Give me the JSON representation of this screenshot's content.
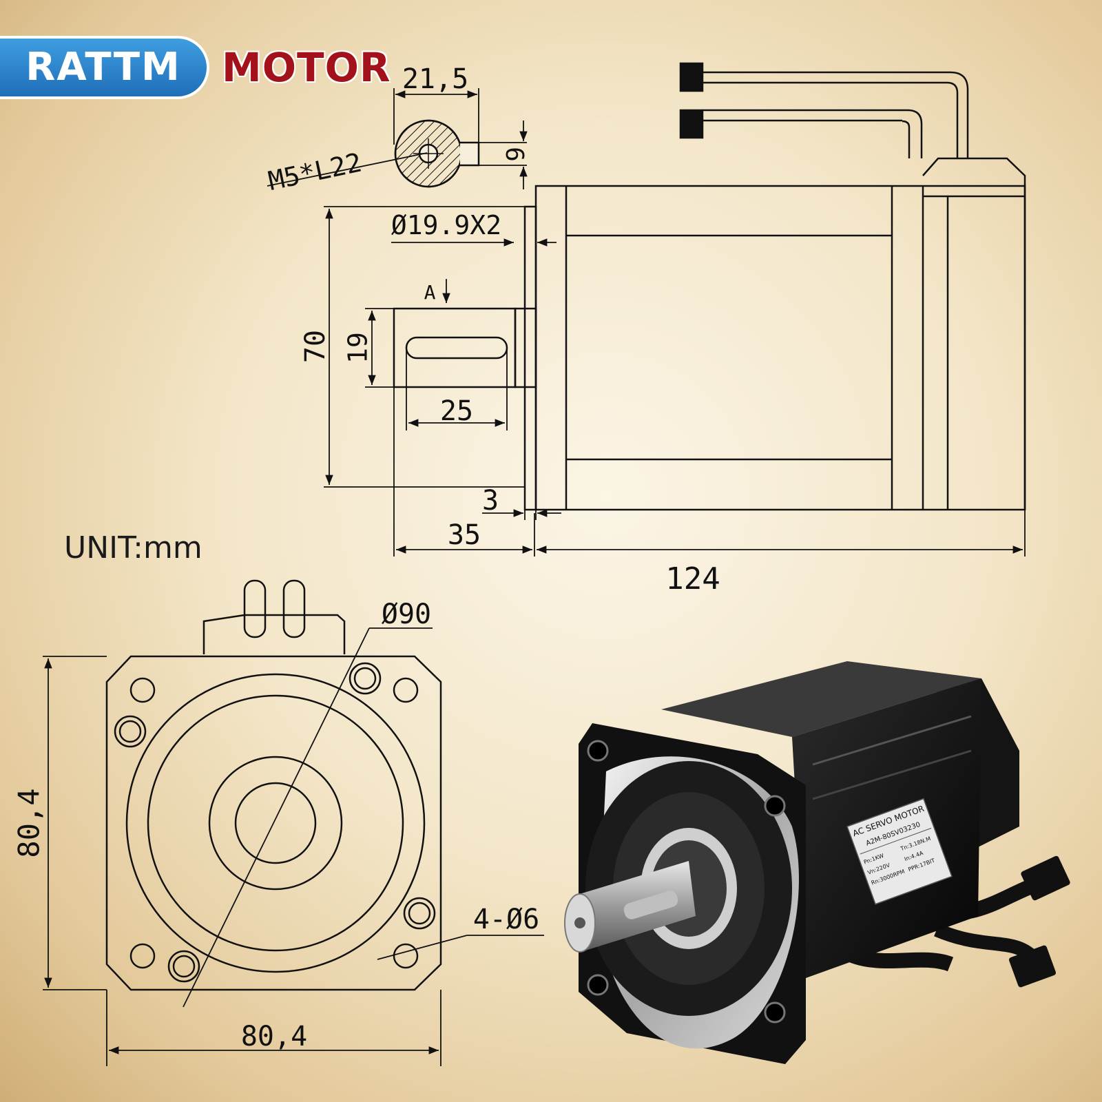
{
  "brand": {
    "logo_left": "RATTM",
    "logo_right": "MOTOR",
    "colors": {
      "blue": "#2a86d0",
      "red": "#a3121a"
    }
  },
  "unit_label": "UNIT:mm",
  "dimensions": {
    "shaft_end_width": "21,5",
    "thread": "M5*L22",
    "key_height": "6",
    "shaft_diameter": "Ø19.9X2",
    "section_marker": "A",
    "flange_height": "70",
    "key_width": "19",
    "key_length": "25",
    "flange_offset": "3",
    "shaft_length": "35",
    "body_length": "124",
    "bolt_circle": "Ø90",
    "hole_spec": "4-Ø6",
    "front_height": "80,4",
    "front_width": "80,4"
  },
  "motor_label": {
    "title": "AC SERVO MOTOR",
    "model": "A2M-80SV03230",
    "power": "Pn:1KW",
    "torque": "Tn:3.18N.M",
    "voltage": "Vn:220V",
    "current": "In:4.4A",
    "speed": "Rn:3000RPM",
    "ppr": "PPR:17BIT"
  }
}
